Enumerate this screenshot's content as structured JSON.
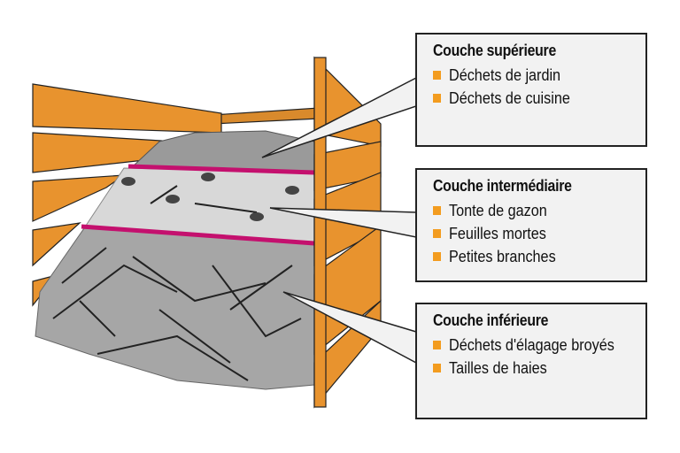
{
  "layers": [
    {
      "title": "Couche supérieure",
      "items": [
        "Déchets de jardin",
        "Déchets de cuisine"
      ]
    },
    {
      "title": "Couche intermédiaire",
      "items": [
        "Tonte de gazon",
        "Feuilles mortes",
        "Petites branches"
      ]
    },
    {
      "title": "Couche inférieure",
      "items": [
        "Déchets d'élagage broyés",
        "Tailles de haies"
      ]
    }
  ],
  "colors": {
    "wood": "#e8932e",
    "divider": "#c4106e",
    "bullet": "#f39c1f",
    "box": "#f2f2f2"
  }
}
